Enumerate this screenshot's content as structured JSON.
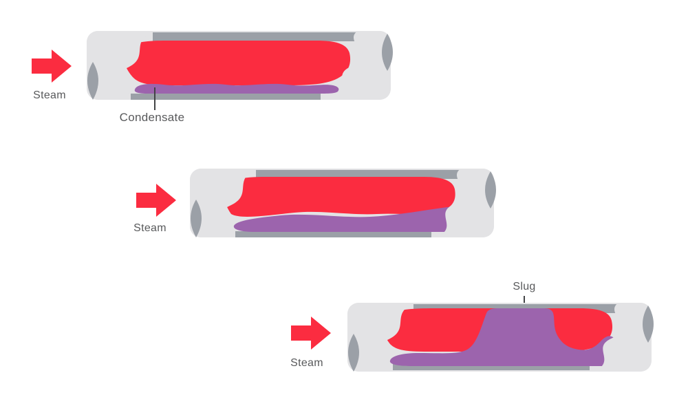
{
  "colors": {
    "background": "#ffffff",
    "steam_red": "#fb2c40",
    "condensate_purple": "#9c64ad",
    "pipe_light": "#e3e3e5",
    "pipe_dark": "#9ba0a7",
    "label_text": "#58595b",
    "pointer_line": "#424345"
  },
  "diagram": {
    "description": "Three-stage pipe diagram showing steam flow and condensate building up into a slug",
    "stages": [
      {
        "id": "stage-1",
        "arrow_label": "Steam",
        "callout_label": "Condensate",
        "callout_position": "below-pipe"
      },
      {
        "id": "stage-2",
        "arrow_label": "Steam",
        "callout_label": "",
        "callout_position": ""
      },
      {
        "id": "stage-3",
        "arrow_label": "Steam",
        "callout_label": "Slug",
        "callout_position": "above-pipe"
      }
    ]
  }
}
